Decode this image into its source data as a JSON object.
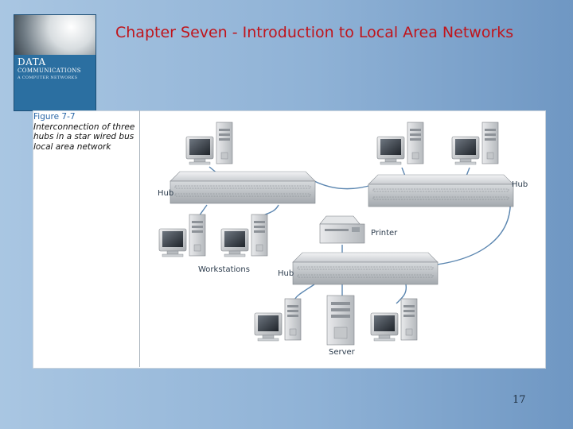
{
  "slide": {
    "title": "Chapter Seven - Introduction to Local Area Networks",
    "page_number": "17"
  },
  "book_cover": {
    "title_line1": "DATA",
    "title_line2": "COMMUNICATIONS",
    "title_line3": "A COMPUTER NETWORKS"
  },
  "figure": {
    "number": "Figure 7-7",
    "caption": "Interconnection of three hubs in a star wired bus local area network"
  },
  "diagram": {
    "labels": {
      "hub_left": "Hub",
      "hub_right": "Hub",
      "hub_center": "Hub",
      "printer": "Printer",
      "workstations": "Workstations",
      "server": "Server"
    }
  }
}
